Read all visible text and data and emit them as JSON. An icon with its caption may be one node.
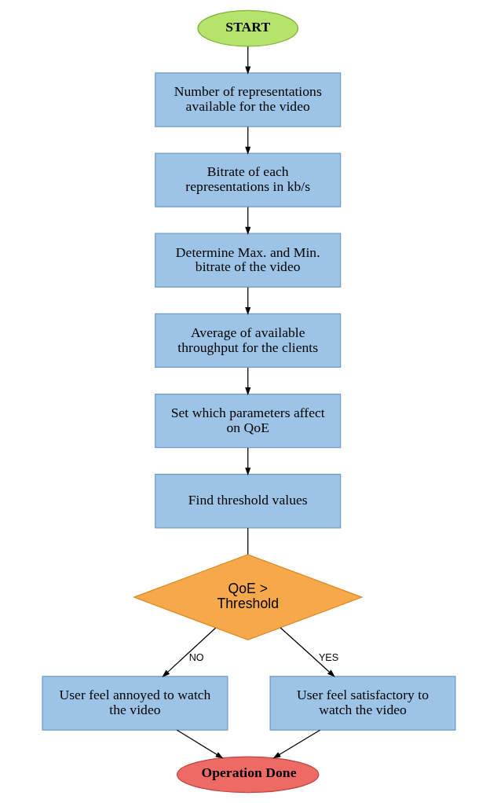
{
  "diagram": {
    "nodes": [
      {
        "text": [
          "START"
        ]
      },
      {
        "text": [
          "Number of representations available for the video"
        ]
      },
      {
        "text": [
          "Bitrate of each representations in kb/s"
        ]
      },
      {
        "text": [
          "Determine Max. and Min. bitrate of the video"
        ]
      },
      {
        "text": [
          "Average of available throughput for the clients"
        ]
      },
      {
        "text": [
          "Set which parameters affect on QoE"
        ]
      },
      {
        "text": [
          "Find threshold values"
        ]
      },
      {
        "text": [
          "QoE > Threshold"
        ]
      },
      {
        "text": [
          "User feel annoyed to watch the video"
        ]
      },
      {
        "text": [
          "User feel satisfactory to watch the video"
        ]
      },
      {
        "text": [
          "Operation Done"
        ]
      }
    ],
    "edges": [
      {
        "from": 0,
        "to": 1,
        "arrow": "to"
      },
      {
        "from": 1,
        "to": 2,
        "arrow": "to"
      },
      {
        "from": 2,
        "to": 3,
        "arrow": "to"
      },
      {
        "from": 3,
        "to": 4,
        "arrow": "to"
      },
      {
        "from": 4,
        "to": 5,
        "arrow": "to"
      },
      {
        "from": 5,
        "to": 6,
        "arrow": "to"
      },
      {
        "from": 6,
        "to": 7,
        "arrow": "none"
      },
      {
        "from": 7,
        "to": 8,
        "arrow": "to",
        "label": "NO"
      },
      {
        "from": 7,
        "to": 9,
        "arrow": "to",
        "label": "YES"
      },
      {
        "from": 8,
        "to": 10,
        "arrow": "to"
      },
      {
        "from": 9,
        "to": 10,
        "arrow": "to"
      }
    ]
  }
}
